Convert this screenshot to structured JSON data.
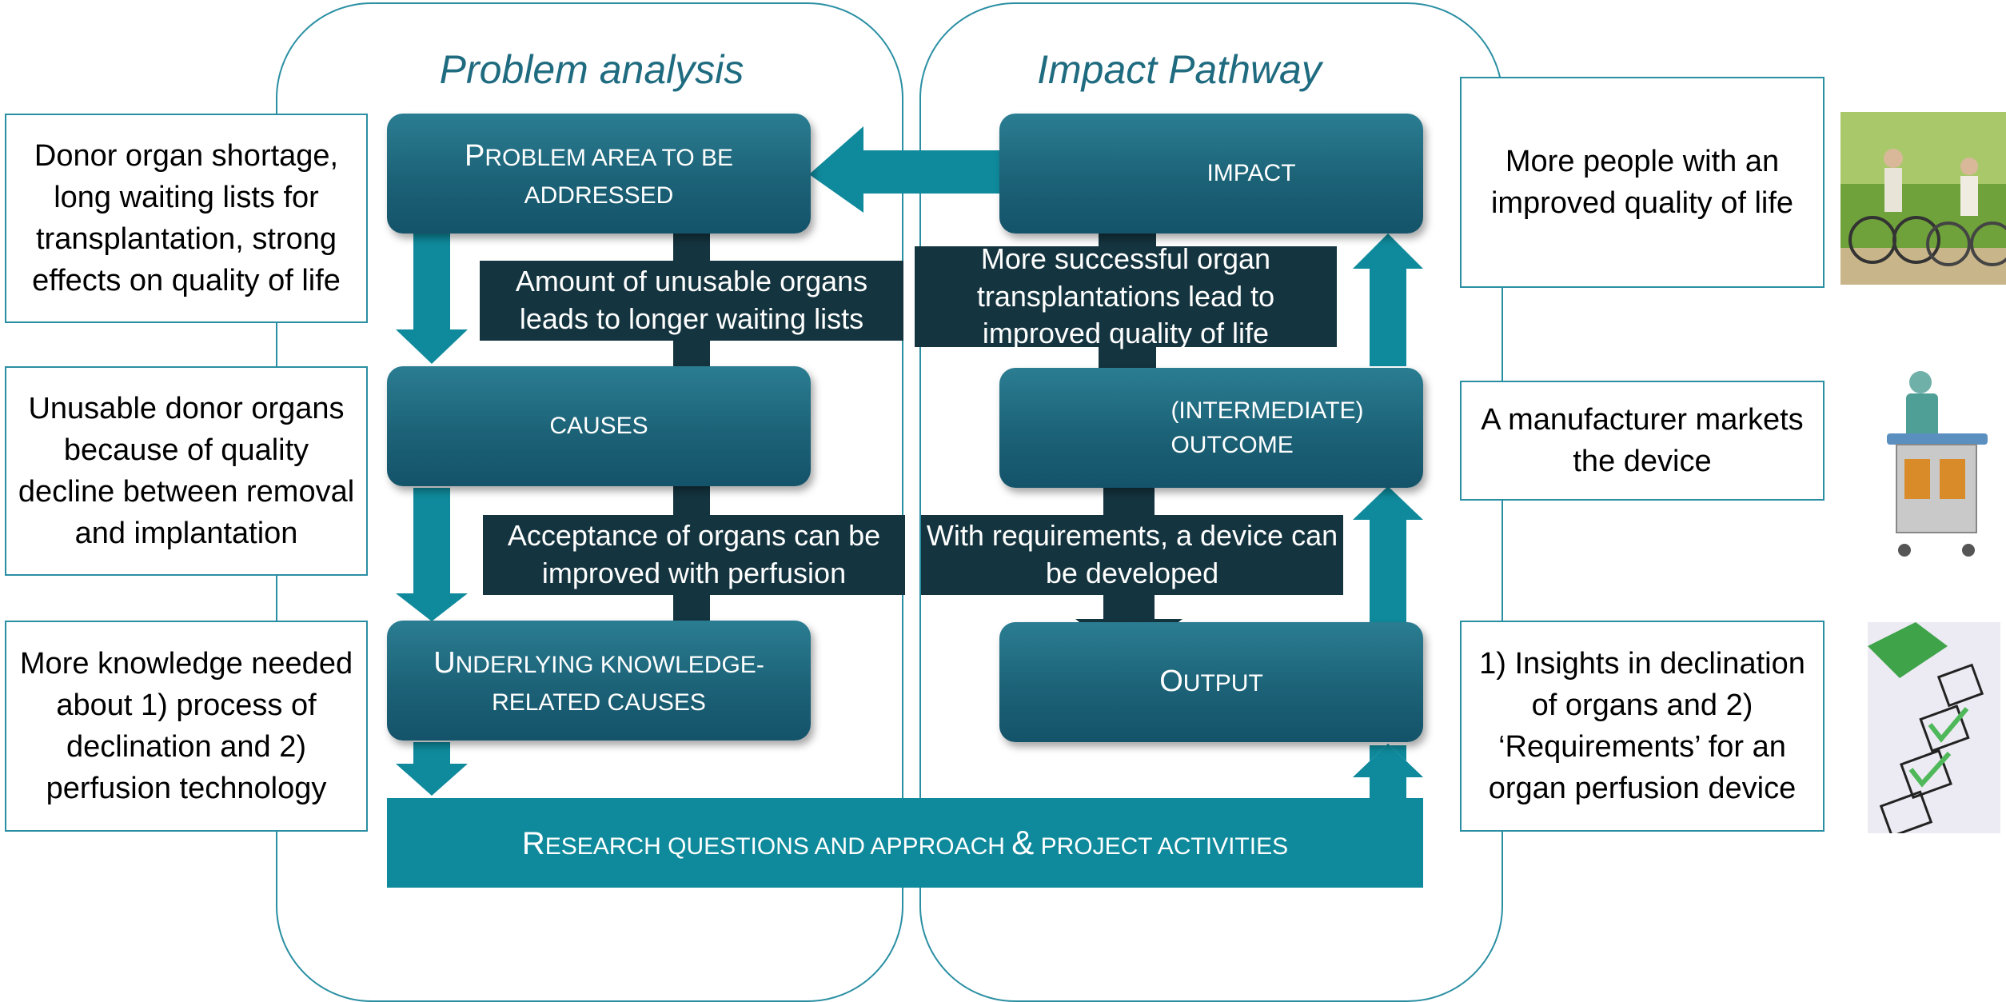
{
  "problem_analysis": {
    "title": "Problem analysis",
    "box_problem_area": {
      "first": "P",
      "rest": "roblem area to be",
      "line2": "addressed"
    },
    "box_causes": {
      "text": "causes"
    },
    "box_underlying": {
      "first": "U",
      "rest": "nderlying knowledge-",
      "line2": "related causes"
    },
    "label_1": "Amount of unusable organs leads to longer waiting lists",
    "label_2": "Acceptance of organs can be improved with perfusion"
  },
  "impact_pathway": {
    "title": "Impact Pathway",
    "box_impact": {
      "text": "impact"
    },
    "box_outcome": {
      "line1": "(intermediate)",
      "line2": "outcome"
    },
    "box_output": {
      "first": "O",
      "rest": "utput"
    },
    "label_1": "More successful organ transplantations lead to improved quality of life",
    "label_2": "With requirements, a device can be developed"
  },
  "research_bar": {
    "first": "R",
    "part1": "esearch questions and approach ",
    "amp": "&",
    "part2": " project activities"
  },
  "left_boxes": [
    "Donor organ shortage, long waiting lists for transplantation, strong effects on quality of life",
    "Unusable donor organs because of quality decline between removal and implantation",
    "More knowledge needed about 1) process of declination and 2) perfusion technology"
  ],
  "right_boxes": [
    "More people with an improved quality of life",
    "A manufacturer markets the device",
    "1) Insights in declination of organs and 2) ‘Requirements’ for an organ perfusion device"
  ],
  "images": [
    "elderly-couple-cycling-photo",
    "surgeon-with-perfusion-device-photo",
    "checklist-with-pen-photo"
  ],
  "colors": {
    "accent": "#0f8a9c",
    "box_dark": "#1c6277",
    "label_bg": "#14343f",
    "title": "#1f6b80"
  }
}
